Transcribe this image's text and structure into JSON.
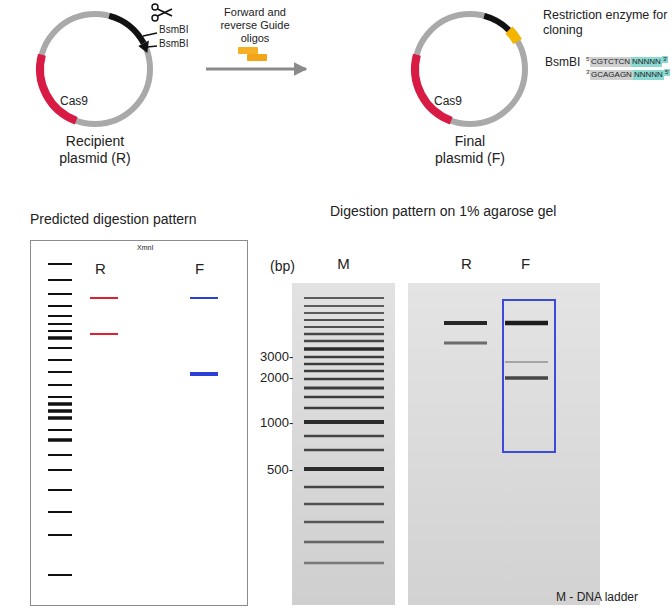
{
  "diagram": {
    "nodes": [
      {
        "text": [
          "Cas9",
          "Recipient plasmid (R)"
        ]
      },
      {
        "text": [
          "Cas9",
          "Final plasmid (F)"
        ]
      },
      {
        "text": [
          "Predicted digestion pattern",
          "XmnI",
          "R",
          "F"
        ]
      },
      {
        "text": [
          "M"
        ]
      },
      {
        "text": [
          "R",
          "F"
        ]
      }
    ],
    "edges": [
      {
        "from": 0,
        "to": 1,
        "arrow": "to",
        "label": "Forward and reverse Guide oligos"
      }
    ],
    "labels": [
      "BsmBI",
      "BsmBI",
      "Restriction enzyme for cloning",
      "BsmBI",
      "5'",
      "CGTCTCN",
      "NNNNN",
      "3'",
      "3'",
      "GCAGAGN",
      "NNNNN",
      "5'",
      "Digestion pattern on 1% agarose gel",
      "(bp)",
      "3000-",
      "2000-",
      "1000-",
      "500-",
      "M - DNA ladder"
    ]
  }
}
